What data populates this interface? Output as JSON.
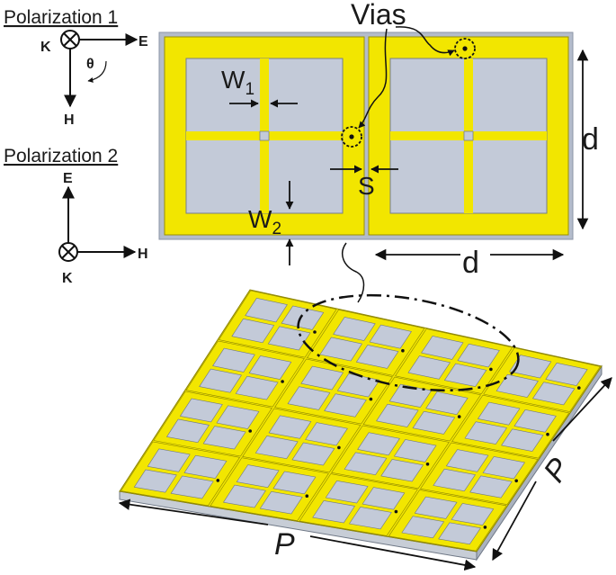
{
  "polarization1": {
    "title": "Polarization 1",
    "k_label": "K",
    "e_label": "E",
    "h_label": "H",
    "theta_label": "θ"
  },
  "polarization2": {
    "title": "Polarization 2",
    "e_label": "E",
    "h_label": "H",
    "k_label": "K"
  },
  "unit_cell": {
    "vias_label": "Vias",
    "w1_main": "W",
    "w1_sub": "1",
    "w2_main": "W",
    "w2_sub": "2",
    "s_label": "S",
    "d_vertical_label": "d",
    "d_horizontal_label": "d"
  },
  "array": {
    "p_bottom_label": "P",
    "p_right_label": "P"
  },
  "colors": {
    "copper_yellow": "#f2e600",
    "substrate_grey": "#b4bccb",
    "cell_grey": "#c3cad8",
    "outline": "#111111"
  }
}
